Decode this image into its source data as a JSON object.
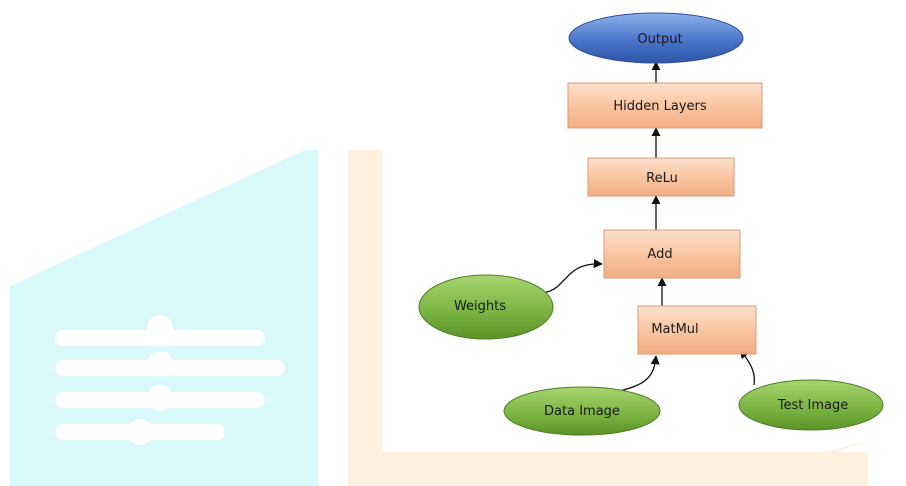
{
  "diagram": {
    "nodes": {
      "output": {
        "label": "Output",
        "shape": "ellipse",
        "color": "#4a74c9"
      },
      "hidden_layers": {
        "label": "Hidden Layers",
        "shape": "box",
        "color": "#f8c3a0"
      },
      "relu": {
        "label": "ReLu",
        "shape": "box",
        "color": "#f8c3a0"
      },
      "add": {
        "label": "Add",
        "shape": "box",
        "color": "#f8c3a0"
      },
      "matmul": {
        "label": "MatMul",
        "shape": "box",
        "color": "#f8c3a0"
      },
      "weights": {
        "label": "Weights",
        "shape": "ellipse",
        "color": "#7cb442"
      },
      "data_image": {
        "label": "Data Image",
        "shape": "ellipse",
        "color": "#7cb442"
      },
      "test_image": {
        "label": "Test Image",
        "shape": "ellipse",
        "color": "#7cb442"
      }
    },
    "edges": [
      {
        "from": "hidden_layers",
        "to": "output"
      },
      {
        "from": "relu",
        "to": "hidden_layers"
      },
      {
        "from": "add",
        "to": "relu"
      },
      {
        "from": "weights",
        "to": "add"
      },
      {
        "from": "matmul",
        "to": "add"
      },
      {
        "from": "data_image",
        "to": "matmul"
      },
      {
        "from": "test_image",
        "to": "matmul"
      }
    ]
  },
  "watermark": {
    "colors": [
      "#d9f8fa",
      "#fff0e0"
    ]
  }
}
